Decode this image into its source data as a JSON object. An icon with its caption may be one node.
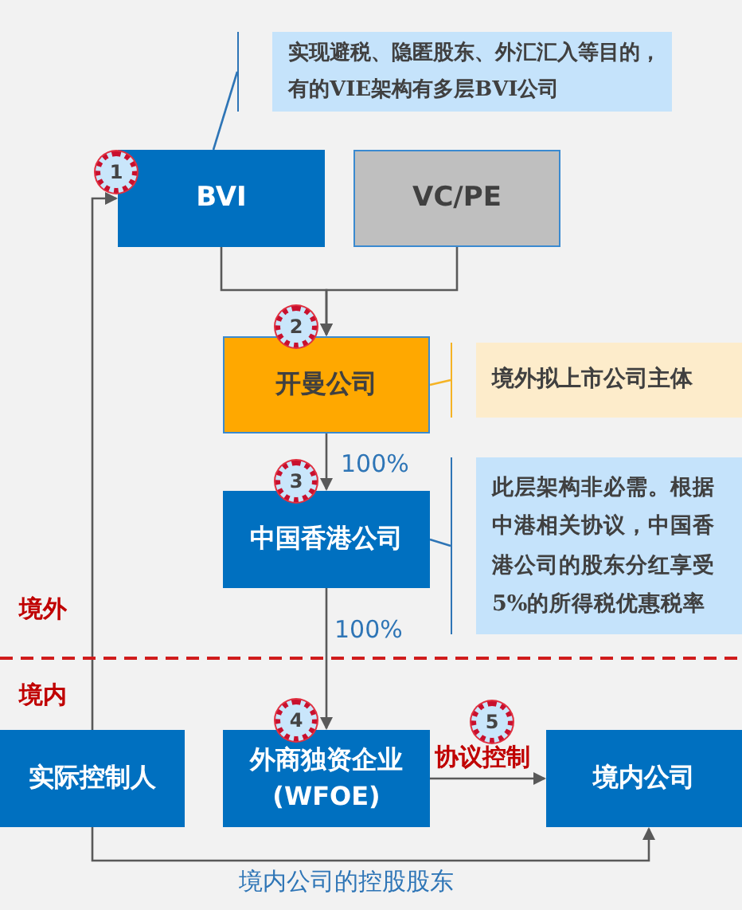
{
  "diagram": {
    "nodes": [
      {
        "text": [
          "BVI"
        ],
        "beside": [
          "1"
        ]
      },
      {
        "text": [
          "VC/PE"
        ]
      },
      {
        "text": [
          "开曼公司"
        ],
        "beside": [
          "2"
        ]
      },
      {
        "text": [
          "中国香港公司"
        ],
        "beside": [
          "3"
        ]
      },
      {
        "text": [
          "实际控制人"
        ]
      },
      {
        "text": [
          "外商独资企业 (WFOE)"
        ],
        "beside": [
          "4"
        ]
      },
      {
        "text": [
          "境内公司"
        ]
      },
      {
        "text": [
          "实现避税、隐匿股东、外汇汇入等目的，有的VIE架构有多层BVI公司"
        ]
      },
      {
        "text": [
          "境外拟上市公司主体"
        ]
      },
      {
        "text": [
          "此层架构非必需。根据中港相关协议，中国香港公司的股东分红享受5%的所得税优惠税率"
        ]
      }
    ],
    "edges": [
      {
        "from": 0,
        "to": 2,
        "arrow": "to"
      },
      {
        "from": 1,
        "to": 2,
        "arrow": "to"
      },
      {
        "from": 2,
        "to": 3,
        "arrow": "to",
        "label": "100%"
      },
      {
        "from": 3,
        "to": 5,
        "arrow": "to",
        "label": "100%"
      },
      {
        "from": 5,
        "to": 6,
        "arrow": "to",
        "label": "协议控制"
      },
      {
        "from": 4,
        "to": 0,
        "arrow": "to"
      },
      {
        "from": 4,
        "to": 6,
        "arrow": "to",
        "label": "境内公司的控股股东"
      },
      {
        "from": 7,
        "to": 0,
        "arrow": "none",
        "color": "#2e75b6"
      },
      {
        "from": 8,
        "to": 2,
        "arrow": "none",
        "color": "#f5b324"
      },
      {
        "from": 9,
        "to": 3,
        "arrow": "none",
        "color": "#2e75b6"
      }
    ],
    "labels": [
      "境外",
      "境内",
      "5"
    ]
  }
}
